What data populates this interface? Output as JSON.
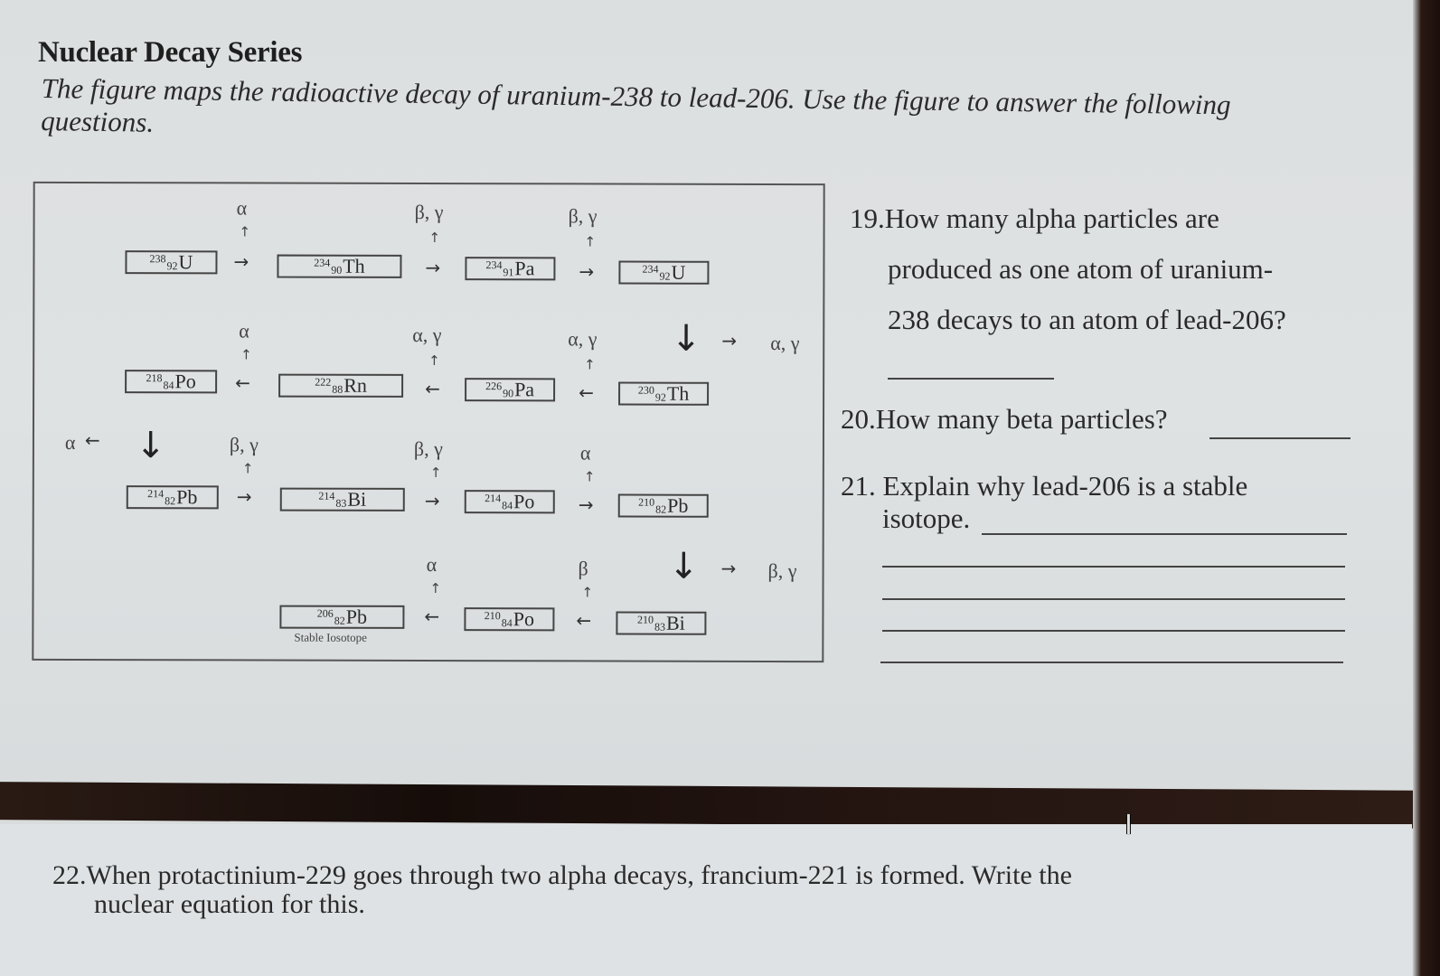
{
  "header": {
    "title": "Nuclear Decay Series",
    "subtitle": "The figure maps the radioactive decay of uranium-238 to lead-206.  Use the figure to answer the following questions."
  },
  "figure": {
    "nuclides": [
      {
        "mass": "238",
        "z": "92",
        "symbol": "U"
      },
      {
        "mass": "234",
        "z": "90",
        "symbol": "Th"
      },
      {
        "mass": "234",
        "z": "91",
        "symbol": "Pa"
      },
      {
        "mass": "234",
        "z": "92",
        "symbol": "U"
      },
      {
        "mass": "230",
        "z": "92",
        "symbol": "Th"
      },
      {
        "mass": "226",
        "z": "90",
        "symbol": "Pa"
      },
      {
        "mass": "222",
        "z": "88",
        "symbol": "Rn"
      },
      {
        "mass": "218",
        "z": "84",
        "symbol": "Po"
      },
      {
        "mass": "214",
        "z": "82",
        "symbol": "Pb"
      },
      {
        "mass": "214",
        "z": "83",
        "symbol": "Bi"
      },
      {
        "mass": "214",
        "z": "84",
        "symbol": "Po"
      },
      {
        "mass": "210",
        "z": "82",
        "symbol": "Pb"
      },
      {
        "mass": "210",
        "z": "83",
        "symbol": "Bi"
      },
      {
        "mass": "210",
        "z": "84",
        "symbol": "Po"
      },
      {
        "mass": "206",
        "z": "82",
        "symbol": "Pb"
      }
    ],
    "emissions": {
      "u238_th234": "α",
      "th234_pa234": "β, γ",
      "pa234_u234": "β, γ",
      "u234_th230": "α, γ",
      "th230_pa226": "α, γ",
      "pa226_rn222": "α, γ",
      "rn222_po218": "α",
      "po218_pb214": "α",
      "pb214_bi214": "β, γ",
      "bi214_po214": "β, γ",
      "po214_pb210": "α",
      "pb210_bi210": "β, γ",
      "bi210_po210": "β",
      "po210_pb206": "α"
    },
    "stable_caption": "Stable Iosotope",
    "arrows": {
      "right": "→",
      "left": "←",
      "up": "↑",
      "down": "↓"
    }
  },
  "questions": {
    "q19": {
      "line1": "19.How many alpha particles are",
      "line2": "produced as one atom of uranium-",
      "line3": "238 decays to an atom of lead-206?",
      "answer": ""
    },
    "q20": {
      "text": "20.How many beta particles?",
      "answer": ""
    },
    "q21": {
      "line1": "21. Explain why lead-206 is a stable",
      "line2": "isotope.",
      "answer": ""
    },
    "q22": {
      "line1": "22.When protactinium-229 goes through two alpha decays, francium-221 is formed. Write the",
      "line2": "nuclear equation for this."
    }
  },
  "cursor": {
    "icon": "text-cursor-icon",
    "glyph": "I"
  }
}
